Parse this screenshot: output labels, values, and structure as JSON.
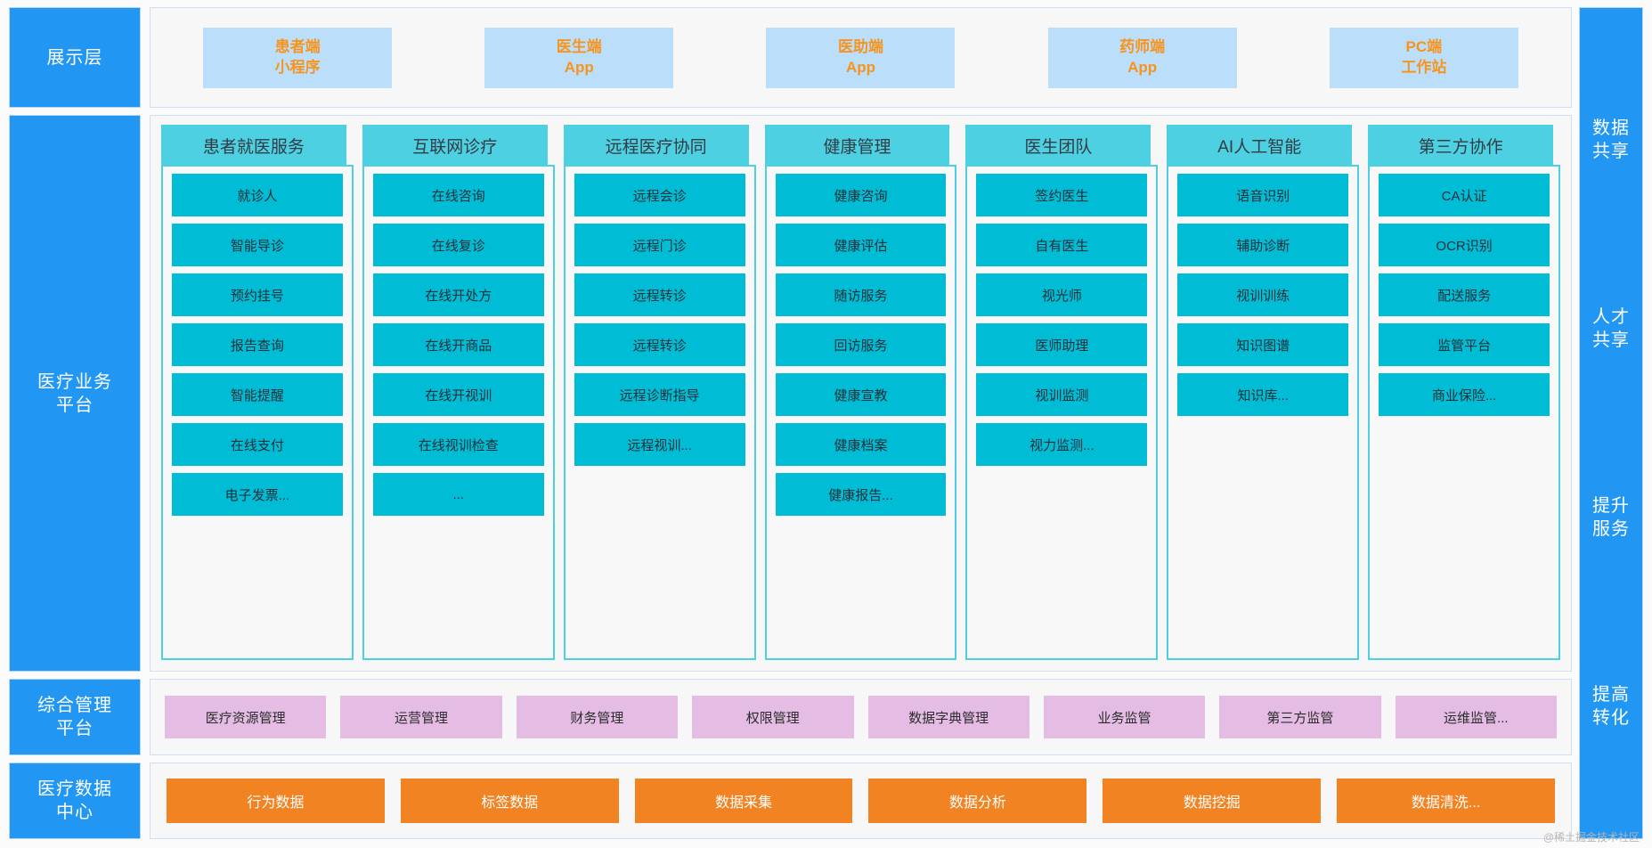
{
  "layers": {
    "presentation": {
      "label": "展示层",
      "boxes": [
        {
          "label": "患者端\n小程序"
        },
        {
          "label": "医生端\nApp"
        },
        {
          "label": "医助端\nApp"
        },
        {
          "label": "药师端\nApp"
        },
        {
          "label": "PC端\n工作站"
        }
      ]
    },
    "business": {
      "label": "医疗业务\n平台",
      "columns": [
        {
          "title": "患者就医服务",
          "items": [
            "就诊人",
            "智能导诊",
            "预约挂号",
            "报告查询",
            "智能提醒",
            "在线支付",
            "电子发票..."
          ]
        },
        {
          "title": "互联网诊疗",
          "items": [
            "在线咨询",
            "在线复诊",
            "在线开处方",
            "在线开商品",
            "在线开视训",
            "在线视训检查",
            "..."
          ]
        },
        {
          "title": "远程医疗协同",
          "items": [
            "远程会诊",
            "远程门诊",
            "远程转诊",
            "远程转诊",
            "远程诊断指导",
            "远程视训..."
          ]
        },
        {
          "title": "健康管理",
          "items": [
            "健康咨询",
            "健康评估",
            "随访服务",
            "回访服务",
            "健康宣教",
            "健康档案",
            "健康报告..."
          ]
        },
        {
          "title": "医生团队",
          "items": [
            "签约医生",
            "自有医生",
            "视光师",
            "医师助理",
            "视训监测",
            "视力监测..."
          ]
        },
        {
          "title": "AI人工智能",
          "items": [
            "语音识别",
            "辅助诊断",
            "视训训练",
            "知识图谱",
            "知识库..."
          ]
        },
        {
          "title": "第三方协作",
          "items": [
            "CA认证",
            "OCR识别",
            "配送服务",
            "监管平台",
            "商业保险..."
          ]
        }
      ]
    },
    "management": {
      "label": "综合管理\n平台",
      "items": [
        "医疗资源管理",
        "运营管理",
        "财务管理",
        "权限管理",
        "数据字典管理",
        "业务监管",
        "第三方监管",
        "运维监管..."
      ]
    },
    "datacenter": {
      "label": "医疗数据\n中心",
      "items": [
        "行为数据",
        "标签数据",
        "数据采集",
        "数据分析",
        "数据挖掘",
        "数据清洗..."
      ]
    }
  },
  "right_sidebar": {
    "items": [
      "数据\n共享",
      "人才\n共享",
      "提升\n服务",
      "提高\n转化"
    ]
  },
  "watermark": "@稀土掘金技术社区",
  "colors": {
    "layer_blue": "#2196f3",
    "presentation_box": "#bbdefb",
    "presentation_text": "#f7941e",
    "business_head": "#4dd0e1",
    "business_item": "#00bcd4",
    "management_box": "#e4bce4",
    "datacenter_box": "#f28322"
  }
}
